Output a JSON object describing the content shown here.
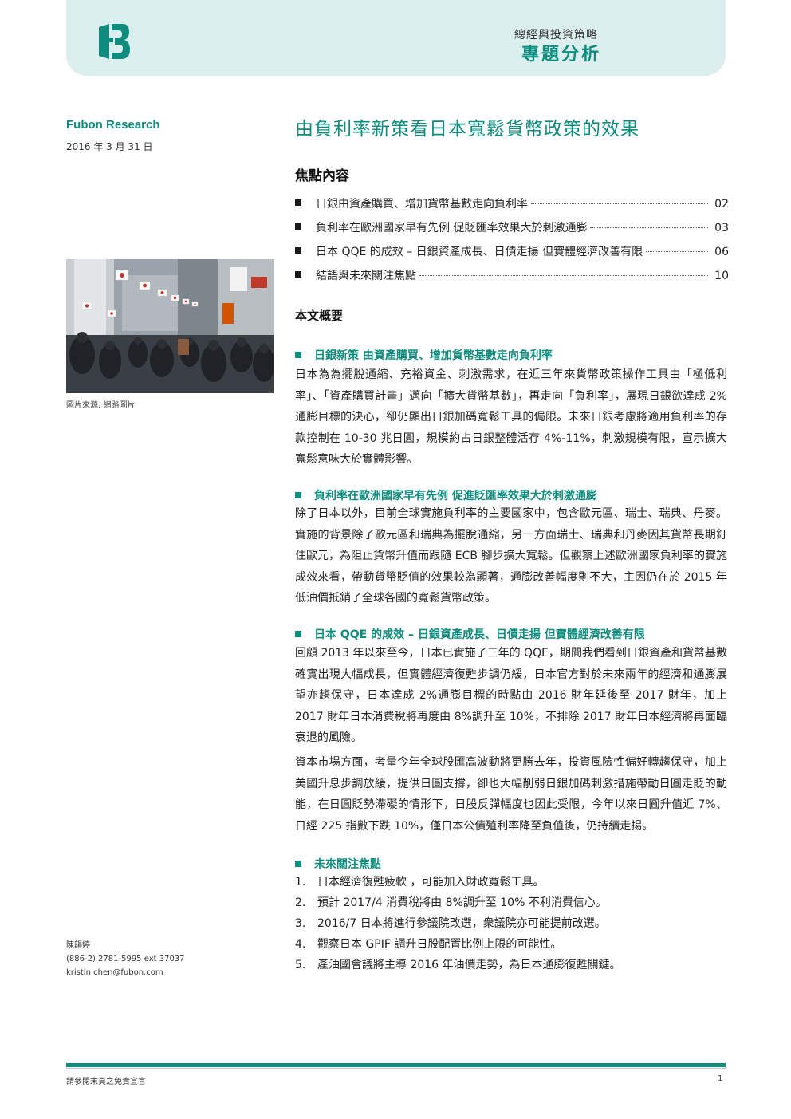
{
  "header": {
    "small_title": "總經與投資策略",
    "big_title": "專題分析"
  },
  "sidebar": {
    "brand": "Fubon Research",
    "date": "2016 年 3 月 31 日",
    "photo_caption": "圖片來源: 網路圖片",
    "author_name": "陳韻婷",
    "author_phone": "(886-2) 2781-5995 ext 37037",
    "author_email": "kristin.chen@fubon.com"
  },
  "main": {
    "title": "由負利率新策看日本寬鬆貨幣政策的效果",
    "toc_heading": "焦點內容",
    "toc": [
      {
        "text": "日銀由資產購買、增加貨幣基數走向負利率",
        "page": "02"
      },
      {
        "text": "負利率在歐洲國家早有先例  促貶匯率效果大於刺激通膨",
        "page": "03"
      },
      {
        "text": "日本 QQE 的成效 – 日銀資產成長、日債走揚  但實體經濟改善有限",
        "page": "06"
      },
      {
        "text": "結語與未來關注焦點",
        "page": "10"
      }
    ],
    "summary_heading": "本文概要",
    "sections": [
      {
        "heading": "日銀新策  由資產購買、增加貨幣基數走向負利率",
        "paragraph": "日本為為擺脫通縮、充裕資金、刺激需求，在近三年來貨幣政策操作工具由「極低利率」、「資產購買計畫」邁向「擴大貨幣基數」，再走向「負利率」，展現日銀欲達成 2%通膨目標的決心，卻仍顯出日銀加碼寬鬆工具的侷限。未來日銀考慮將適用負利率的存款控制在 10-30 兆日圓，規模約占日銀整體活存 4%-11%，刺激規模有限，宣示擴大寬鬆意味大於實體影響。"
      },
      {
        "heading": "負利率在歐洲國家早有先例  促進貶匯率效果大於刺激通膨",
        "paragraph": "除了日本以外，目前全球實施負利率的主要國家中，包含歐元區、瑞士、瑞典、丹麥。實施的背景除了歐元區和瑞典為擺脫通縮，另一方面瑞士、瑞典和丹麥因其貨幣長期釘住歐元，為阻止貨幣升值而跟隨 ECB 腳步擴大寬鬆。但觀察上述歐洲國家負利率的實施成效來看，帶動貨幣貶值的效果較為顯著，通膨改善幅度則不大，主因仍在於 2015 年低油價抵銷了全球各國的寬鬆貨幣政策。"
      },
      {
        "heading": "日本 QQE 的成效 – 日銀資產成長、日債走揚  但實體經濟改善有限",
        "paragraph": "回顧 2013 年以來至今，日本已實施了三年的 QQE，期間我們看到日銀資產和貨幣基數確實出現大幅成長，但實體經濟復甦步調仍緩，日本官方對於未來兩年的經濟和通膨展望亦趨保守，日本達成 2%通膨目標的時點由 2016 財年延後至 2017 財年，加上 2017 財年日本消費稅將再度由 8%調升至 10%，不排除 2017 財年日本經濟將再面臨衰退的風險。",
        "paragraph2": "資本市場方面，考量今年全球股匯高波動將更勝去年，投資風險性偏好轉趨保守，加上美國升息步調放緩，提供日圓支撐，卻也大幅削弱日銀加碼刺激措施帶動日圓走貶的動能，在日圓貶勢滯礙的情形下，日股反彈幅度也因此受限，今年以來日圓升值近 7%、日經 225 指數下跌 10%，僅日本公債殖利率降至負值後，仍持續走揚。"
      },
      {
        "heading": "未來關注焦點",
        "items": [
          {
            "num": "1.",
            "text": "日本經濟復甦疲軟  ，可能加入財政寬鬆工具。"
          },
          {
            "num": "2.",
            "text": "預計 2017/4 消費稅將由 8%調升至 10%  不利消費信心。"
          },
          {
            "num": "3.",
            "text": "2016/7 日本將進行參議院改選，衆議院亦可能提前改選。"
          },
          {
            "num": "4.",
            "text": "觀察日本 GPIF 調升日股配置比例上限的可能性。"
          },
          {
            "num": "5.",
            "text": "產油國會議將主導 2016 年油價走勢，為日本通膨復甦關鍵。"
          }
        ]
      }
    ]
  },
  "footer": {
    "disclaimer": "請參閱末頁之免責宣言",
    "page_number": "1"
  },
  "colors": {
    "accent": "#0e8d7e",
    "header_bg": "#dcefef"
  },
  "icons": {
    "logo": "fubon-logo-icon",
    "bullet": "square-bullet-icon"
  }
}
